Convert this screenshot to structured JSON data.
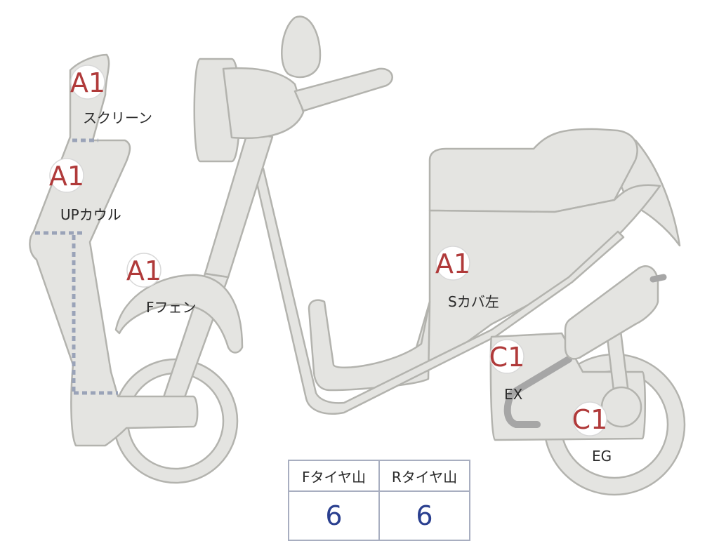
{
  "diagram": {
    "parts": [
      {
        "id": "screen",
        "grade": "A1",
        "label": "スクリーン"
      },
      {
        "id": "up-cowl",
        "grade": "A1",
        "label": "UPカウル"
      },
      {
        "id": "front-fender",
        "grade": "A1",
        "label": "Fフェン"
      },
      {
        "id": "side-cover-left",
        "grade": "A1",
        "label": "Sカバ左"
      },
      {
        "id": "exhaust",
        "grade": "C1",
        "label": "EX"
      },
      {
        "id": "engine",
        "grade": "C1",
        "label": "EG"
      }
    ],
    "colors": {
      "body": "#e4e4e1",
      "outline": "#b3b3ae",
      "grade": "#b03a3a",
      "value": "#2a3f8f",
      "dash": "#9aa3b8"
    }
  },
  "tread_table": {
    "headers": [
      "Fタイヤ山",
      "Rタイヤ山"
    ],
    "values": [
      "6",
      "6"
    ]
  }
}
